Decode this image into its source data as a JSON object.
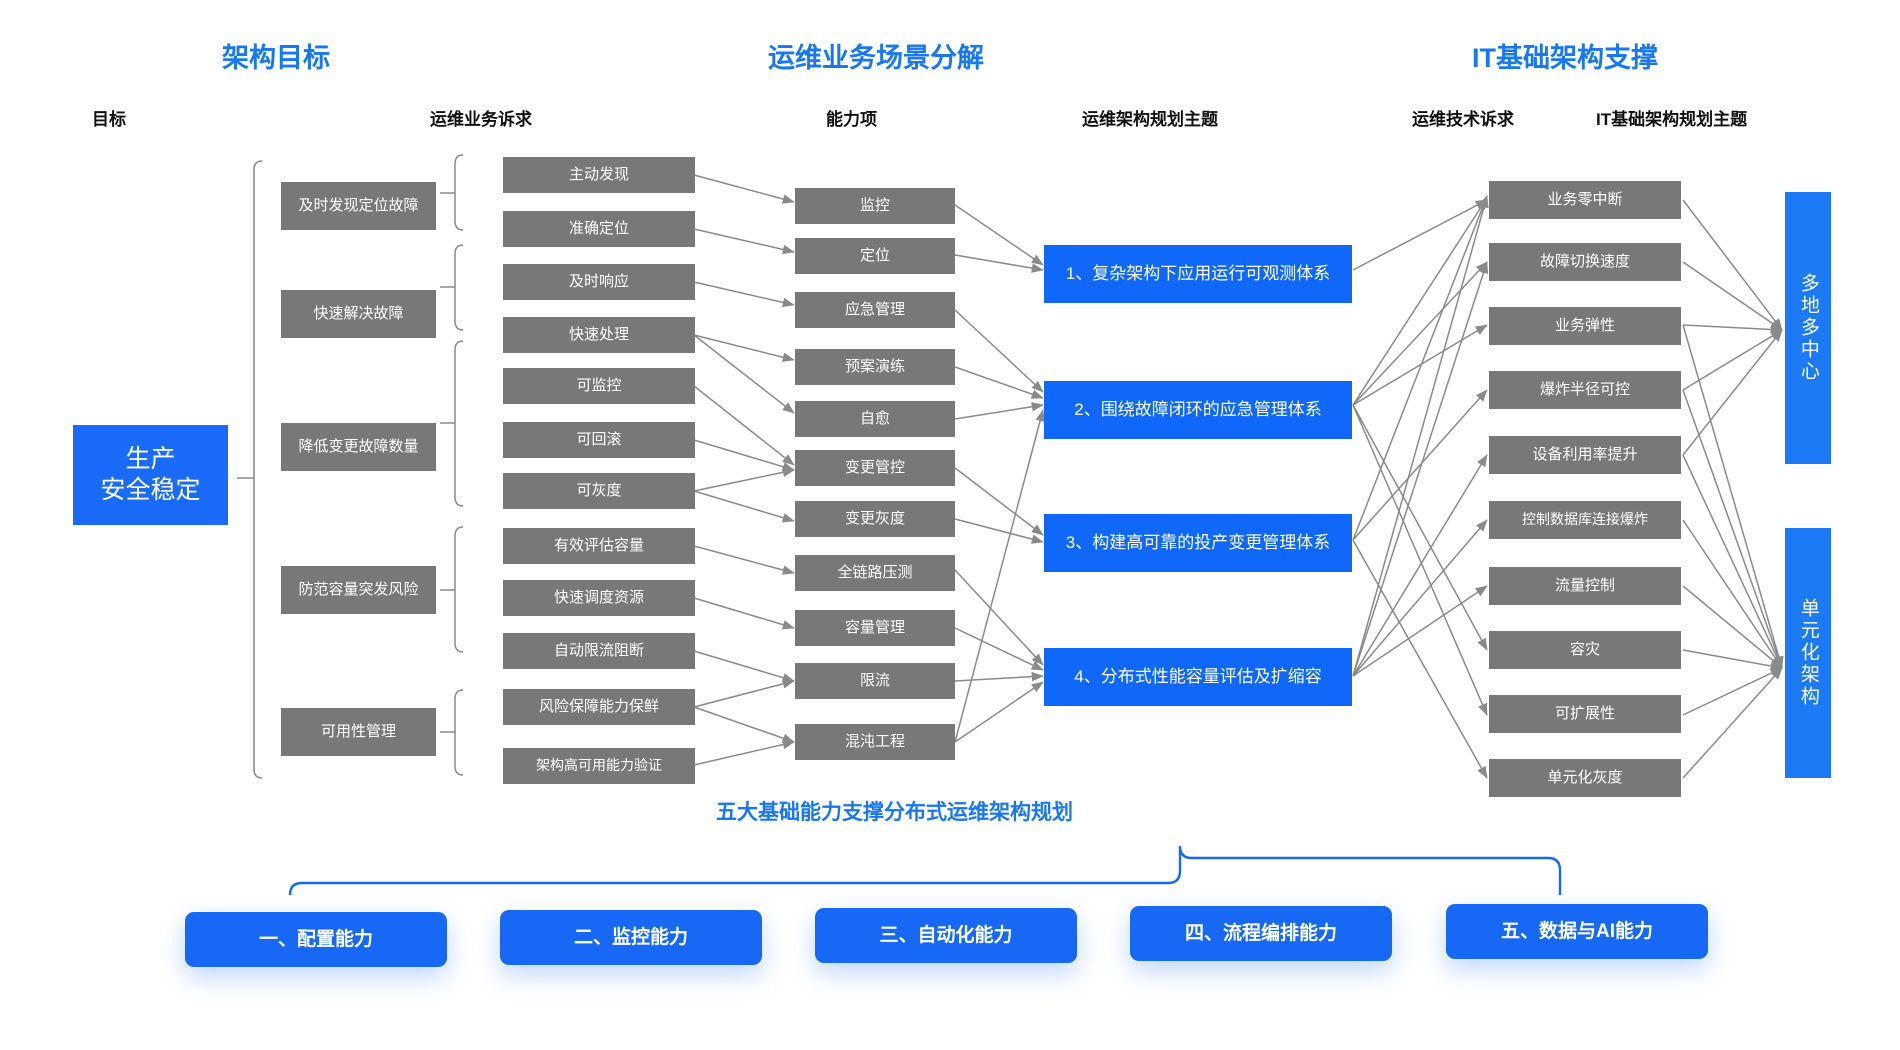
{
  "headers": {
    "section1": "架构目标",
    "section2": "运维业务场景分解",
    "section3": "IT基础架构支撑",
    "col_goal": "目标",
    "col_business_demand": "运维业务诉求",
    "col_capability": "能力项",
    "col_arch_theme": "运维架构规划主题",
    "col_tech_demand": "运维技术诉求",
    "col_it_theme": "IT基础架构规划主题"
  },
  "goal": {
    "line1": "生产",
    "line2": "安全稳定"
  },
  "business_demands": [
    {
      "label": "及时发现定位故障"
    },
    {
      "label": "快速解决故障"
    },
    {
      "label": "降低变更故障数量"
    },
    {
      "label": "防范容量突发风险"
    },
    {
      "label": "可用性管理"
    }
  ],
  "sub_demands": [
    {
      "label": "主动发现"
    },
    {
      "label": "准确定位"
    },
    {
      "label": "及时响应"
    },
    {
      "label": "快速处理"
    },
    {
      "label": "可监控"
    },
    {
      "label": "可回滚"
    },
    {
      "label": "可灰度"
    },
    {
      "label": "有效评估容量"
    },
    {
      "label": "快速调度资源"
    },
    {
      "label": "自动限流阻断"
    },
    {
      "label": "风险保障能力保鲜"
    },
    {
      "label": "架构高可用能力验证"
    }
  ],
  "capabilities": [
    {
      "label": "监控"
    },
    {
      "label": "定位"
    },
    {
      "label": "应急管理"
    },
    {
      "label": "预案演练"
    },
    {
      "label": "自愈"
    },
    {
      "label": "变更管控"
    },
    {
      "label": "变更灰度"
    },
    {
      "label": "全链路压测"
    },
    {
      "label": "容量管理"
    },
    {
      "label": "限流"
    },
    {
      "label": "混沌工程"
    }
  ],
  "arch_themes": [
    {
      "label": "1、复杂架构下应用运行可观测体系"
    },
    {
      "label": "2、围绕故障闭环的应急管理体系"
    },
    {
      "label": "3、构建高可靠的投产变更管理体系"
    },
    {
      "label": "4、分布式性能容量评估及扩缩容"
    }
  ],
  "tech_demands": [
    {
      "label": "业务零中断"
    },
    {
      "label": "故障切换速度"
    },
    {
      "label": "业务弹性"
    },
    {
      "label": "爆炸半径可控"
    },
    {
      "label": "设备利用率提升"
    },
    {
      "label": "控制数据库连接爆炸"
    },
    {
      "label": "流量控制"
    },
    {
      "label": "容灾"
    },
    {
      "label": "可扩展性"
    },
    {
      "label": "单元化灰度"
    }
  ],
  "it_themes": [
    {
      "label": "多地多中心"
    },
    {
      "label": "单元化架构"
    }
  ],
  "bottom": {
    "title": "五大基础能力支撑分布式运维架构规划",
    "capabilities": [
      {
        "label": "一、配置能力"
      },
      {
        "label": "二、监控能力"
      },
      {
        "label": "三、自动化能力"
      },
      {
        "label": "四、流程编排能力"
      },
      {
        "label": "五、数据与AI能力"
      }
    ]
  },
  "colors": {
    "accent_blue": "#1877f2",
    "box_blue": "#0d6efd",
    "box_grey": "#787878",
    "wire_grey": "#8a8a8a"
  }
}
